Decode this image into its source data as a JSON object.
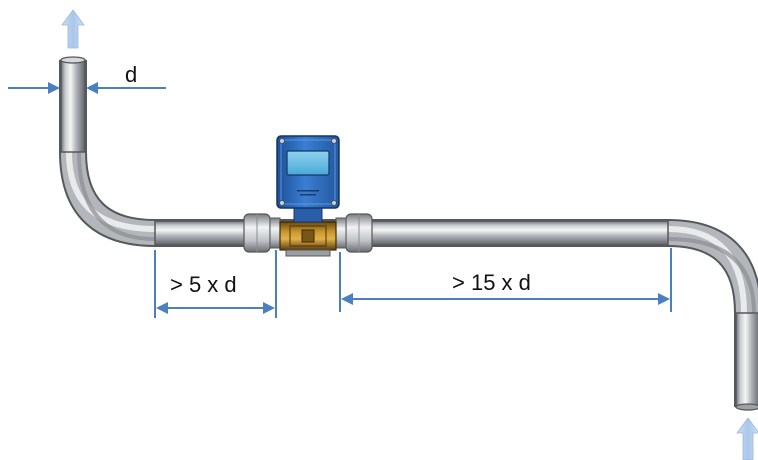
{
  "labels": {
    "diameter": "d",
    "upstream": "> 5 x d",
    "downstream": "> 15 x d"
  },
  "colors": {
    "dimension_line": "#4a7fc0",
    "flow_arrow": "#bcd3ee",
    "meter_housing": "#2f6fc4",
    "pipe": "#b0b3b8"
  },
  "icons": [
    "flow-arrow-up-icon",
    "flow-arrow-up-icon"
  ]
}
